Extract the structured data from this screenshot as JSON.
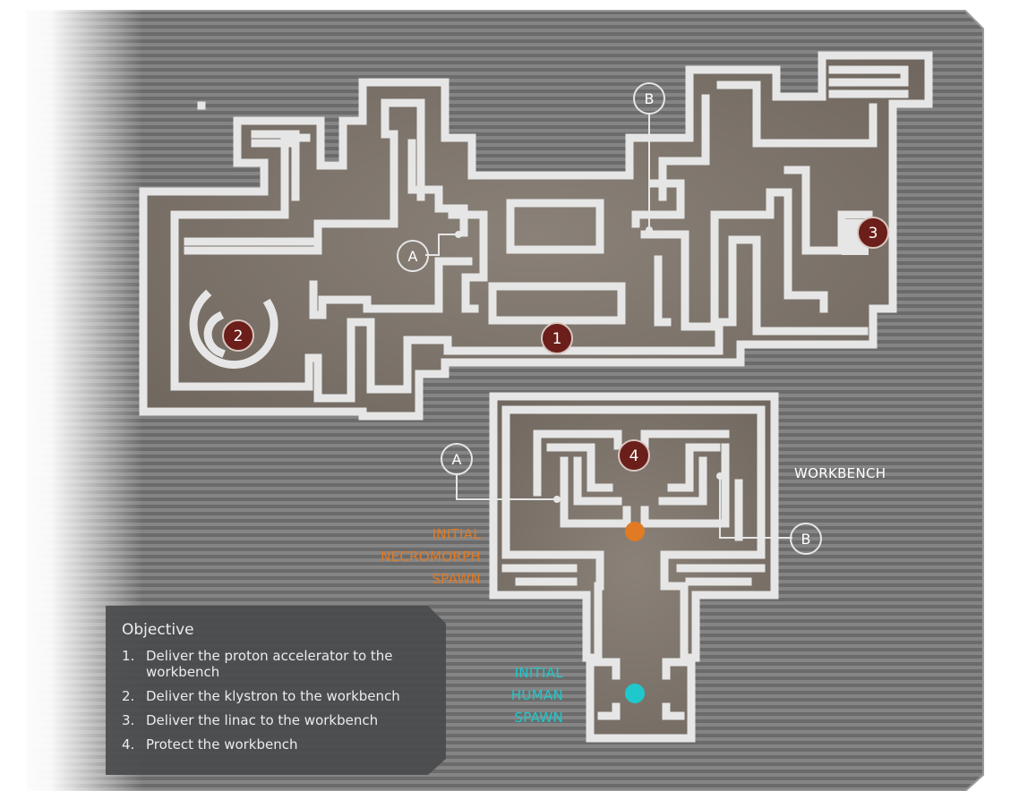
{
  "colors": {
    "background_stripe_dark": "#6b6b6b",
    "background_stripe_light": "#858585",
    "floor": "#6f665e",
    "floor_inner": "#8a8178",
    "wall": "#e6e6e6",
    "objective_marker": "#6b1e1a",
    "necromorph_spawn": "#e07b24",
    "human_spawn": "#1ec8cc",
    "panel": "#4a4b4d",
    "label_white": "#ffffff"
  },
  "objective_markers": [
    {
      "label": "1"
    },
    {
      "label": "2"
    },
    {
      "label": "3"
    },
    {
      "label": "4"
    }
  ],
  "portals": [
    {
      "label": "A"
    },
    {
      "label": "B"
    },
    {
      "label": "A"
    },
    {
      "label": "B"
    }
  ],
  "labels": {
    "workbench": "WORKBENCH",
    "necromorph_spawn": [
      "INITIAL",
      "NECROMORPH",
      "SPAWN"
    ],
    "human_spawn": [
      "INITIAL",
      "HUMAN",
      "SPAWN"
    ]
  },
  "objective": {
    "title": "Objective",
    "items": [
      {
        "num": "1.",
        "text": "Deliver the proton accelerator to the workbench"
      },
      {
        "num": "2.",
        "text": "Deliver the klystron to the workbench"
      },
      {
        "num": "3.",
        "text": "Deliver the linac to the workbench"
      },
      {
        "num": "4.",
        "text": "Protect the workbench"
      }
    ]
  }
}
